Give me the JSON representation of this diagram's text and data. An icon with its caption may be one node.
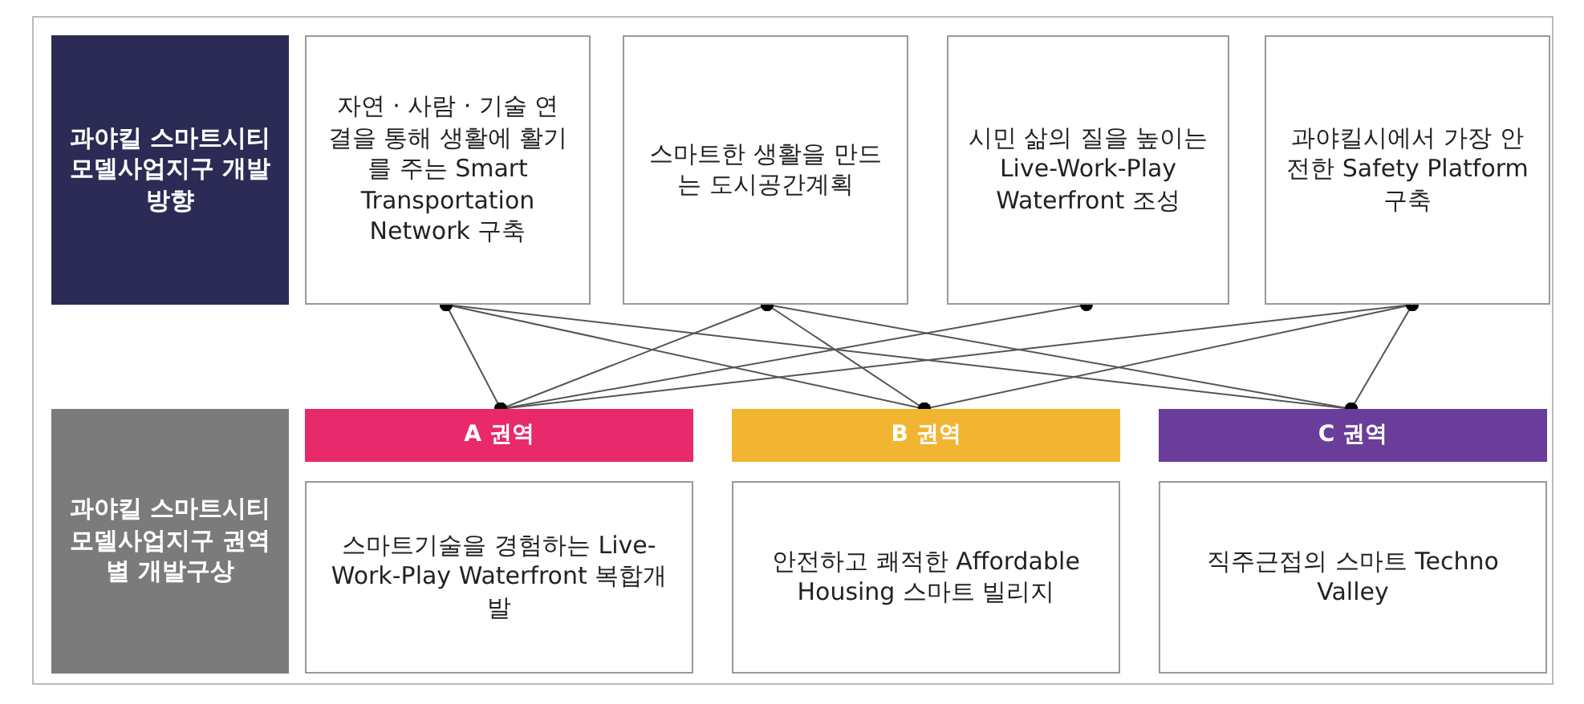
{
  "diagram": {
    "nodes": [
      {
        "text": [
          "과야킬 스마트시티 모델사업지구 개발방향"
        ]
      },
      {
        "text": [
          "자연 · 사람 · 기술 연결을 통해 생활에 활기를 주는 Smart Transportation Network 구축"
        ]
      },
      {
        "text": [
          "스마트한 생활을 만드는 도시공간계획"
        ]
      },
      {
        "text": [
          "시민 삶의 질을 높이는 Live-Work-Play Waterfront 조성"
        ]
      },
      {
        "text": [
          "과야킬시에서 가장 안전한 Safety Platform 구축"
        ]
      },
      {
        "text": [
          "과야킬 스마트시티 모델사업지구 권역별 개발구상"
        ]
      },
      {
        "text": [
          "A 권역"
        ]
      },
      {
        "text": [
          "B 권역"
        ]
      },
      {
        "text": [
          "C 권역"
        ]
      },
      {
        "text": [
          "스마트기술을 경험하는 Live-Work-Play Waterfront 복합개발"
        ]
      },
      {
        "text": [
          "안전하고 쾌적한 Affordable Housing 스마트 빌리지"
        ]
      },
      {
        "text": [
          "직주근접의 스마트 Techno Valley"
        ]
      }
    ],
    "edges": [
      {
        "from": 1,
        "to": 6,
        "arrow": "other"
      },
      {
        "from": 1,
        "to": 7,
        "arrow": "other"
      },
      {
        "from": 1,
        "to": 8,
        "arrow": "other"
      },
      {
        "from": 2,
        "to": 6,
        "arrow": "other"
      },
      {
        "from": 2,
        "to": 7,
        "arrow": "other"
      },
      {
        "from": 2,
        "to": 8,
        "arrow": "other"
      },
      {
        "from": 3,
        "to": 6,
        "arrow": "other"
      },
      {
        "from": 4,
        "to": 6,
        "arrow": "other"
      },
      {
        "from": 4,
        "to": 7,
        "arrow": "other"
      },
      {
        "from": 4,
        "to": 8,
        "arrow": "other"
      }
    ]
  }
}
